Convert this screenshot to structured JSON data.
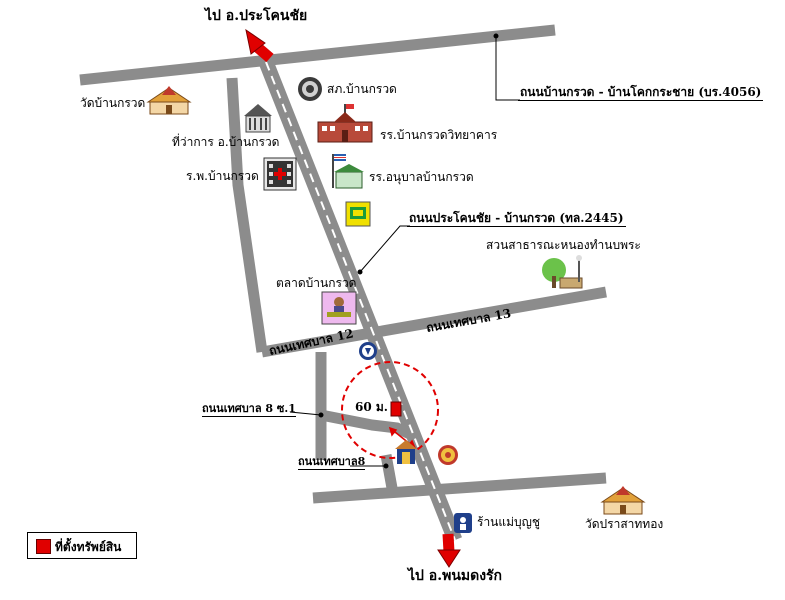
{
  "directions": {
    "north": "ไป อ.ประโคนชัย",
    "south": "ไป อ.พนมดงรัก"
  },
  "roads": {
    "rural_road": "ถนนบ้านกรวด - บ้านโคกกระชาย (บร.4056)",
    "highway": "ถนนประโคนชัย - บ้านกรวด (ทล.2445)",
    "municipal_12": "ถนนเทศบาล 12",
    "municipal_13": "ถนนเทศบาล 13",
    "municipal_8_soi1": "ถนนเทศบาล 8 ซ.1",
    "municipal_8": "ถนนเทศบาล8"
  },
  "places": {
    "temple_ban_kruat": "วัดบ้านกรวด",
    "police": "สภ.บ้านกรวด",
    "district_office": "ที่ว่าการ อ.บ้านกรวด",
    "school": "รร.บ้านกรวดวิทยาคาร",
    "hospital": "ร.พ.บ้านกรวด",
    "kindergarten": "รร.อนุบาลบ้านกรวด",
    "park": "สวนสาธารณะหนองทำนบพระ",
    "market": "ตลาดบ้านกรวด",
    "shop": "ร้านแม่บุญชู",
    "temple_prasat": "วัดปราสาททอง"
  },
  "marker": {
    "distance_label": "60 ม."
  },
  "legend": {
    "label": "ที่ตั้งทรัพย์สิน",
    "color": "#e00000"
  },
  "colors": {
    "road": "#8c8c8c",
    "arrow": "#e00000",
    "circle": "#e00000"
  }
}
